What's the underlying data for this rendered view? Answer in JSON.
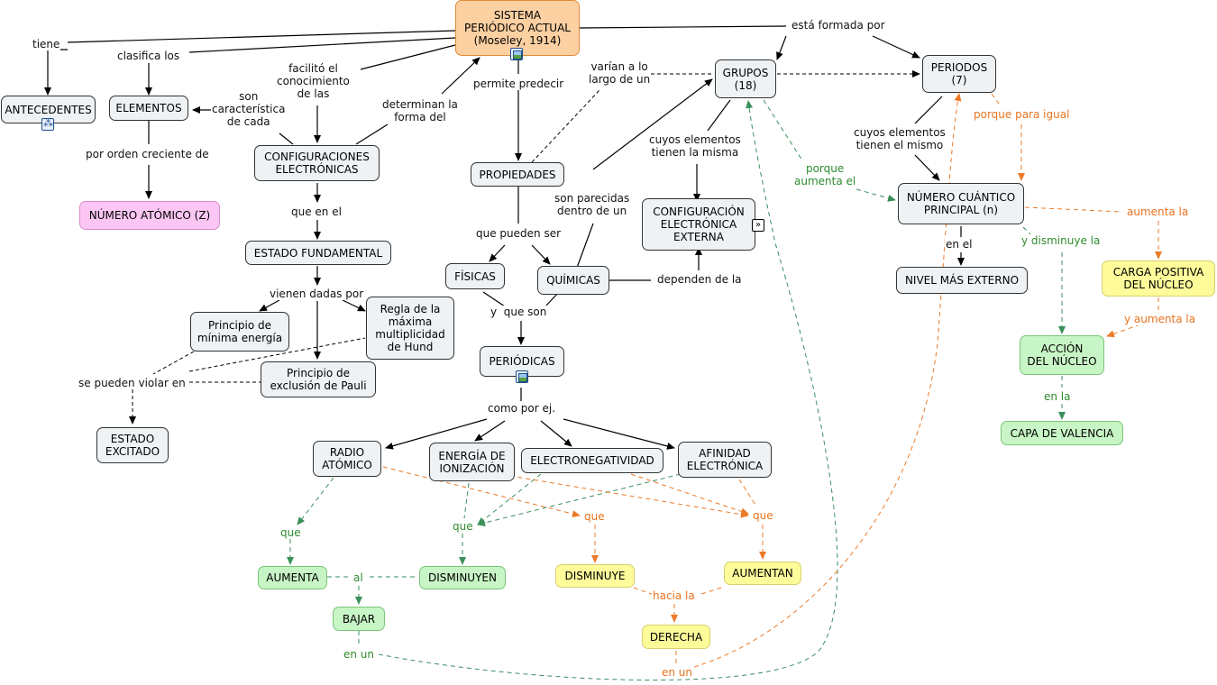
{
  "nodes": {
    "sistema": "SISTEMA\nPERIÓDICO ACTUAL\n(Moseley, 1914)",
    "antecedentes": "ANTECEDENTES",
    "elementos": "ELEMENTOS",
    "numero_atomico": "NÚMERO ATÓMICO (Z)",
    "configuraciones": "CONFIGURACIONES\nELECTRÓNICAS",
    "estado_fundamental": "ESTADO FUNDAMENTAL",
    "principio_minima": "Principio de\nmínima energía",
    "regla_hund": "Regla de la\nmáxima\nmultiplicidad\nde Hund",
    "principio_pauli": "Principio de\nexclusión de Pauli",
    "estado_excitado": "ESTADO\nEXCITADO",
    "propiedades": "PROPIEDADES",
    "fisicas": "FÍSICAS",
    "quimicas": "QUÍMICAS",
    "periodicas": "PERIÓDICAS",
    "grupos": "GRUPOS\n(18)",
    "periodos": "PERIODOS\n(7)",
    "config_externa": "CONFIGURACIÓN\nELECTRÓNICA\nEXTERNA",
    "numero_cuantico": "NÚMERO CUÁNTICO\nPRINCIPAL (n)",
    "nivel_externo": "NIVEL MÁS EXTERNO",
    "carga_positiva": "CARGA POSITIVA\nDEL NÚCLEO",
    "accion_nucleo": "ACCIÓN\nDEL NÚCLEO",
    "capa_valencia": "CAPA DE VALENCIA",
    "radio": "RADIO\nATÓMICO",
    "energia": "ENERGÍA DE\nIONIZACIÓN",
    "electronegatividad": "ELECTRONEGATIVIDAD",
    "afinidad": "AFINIDAD\nELECTRÓNICA",
    "aumenta": "AUMENTA",
    "disminuyen": "DISMINUYEN",
    "disminuye": "DISMINUYE",
    "aumentan": "AUMENTAN",
    "bajar": "BAJAR",
    "derecha": "DERECHA"
  },
  "labels": {
    "tiene": "tiene",
    "clasifica": "clasifica los",
    "facilito": "facilitó el\nconocimiento\nde las",
    "determinan": "determinan la\nforma del",
    "son_caracteristica": "son\ncaracterística\nde cada",
    "por_orden": "por orden creciente de",
    "que_en_el": "que en el",
    "vienen_dadas": "vienen dadas por",
    "se_pueden_violar": "se pueden violar en",
    "permite_predecir": "permite predecir",
    "varian": "varían a lo\nlargo de un",
    "esta_formada": "está formada por",
    "que_pueden_ser": "que pueden ser",
    "son_parecidas": "son parecidas\ndentro de un",
    "cuyos_misma": "cuyos elementos\ntienen la misma",
    "dependen": "dependen de la",
    "y_que_son": "y  que son",
    "como_por_ej": "como por ej.",
    "cuyos_mismo": "cuyos elementos\ntienen el mismo",
    "porque_aumenta": "porque\naumenta el",
    "porque_igual": "porque para igual",
    "aumenta_la": "aumenta la",
    "en_el": "en el",
    "y_disminuye": "y disminuye la",
    "y_aumenta": "y aumenta la",
    "en_la": "en la",
    "que_1": "que",
    "que_2": "que",
    "que_3": "que",
    "que_4": "que",
    "al": "al",
    "hacia_la": "hacia la",
    "en_un_1": "en un",
    "en_un_2": "en un"
  },
  "colors": {
    "black_link": "#000000",
    "green_link": "#3a8f5a",
    "orange_link": "#ec7a28"
  },
  "icons": {
    "sistema_icon": "image-icon",
    "antecedentes_icon": "submap-icon",
    "periodicas_icon": "image-icon",
    "config_externa_icon": "expand-icon"
  }
}
